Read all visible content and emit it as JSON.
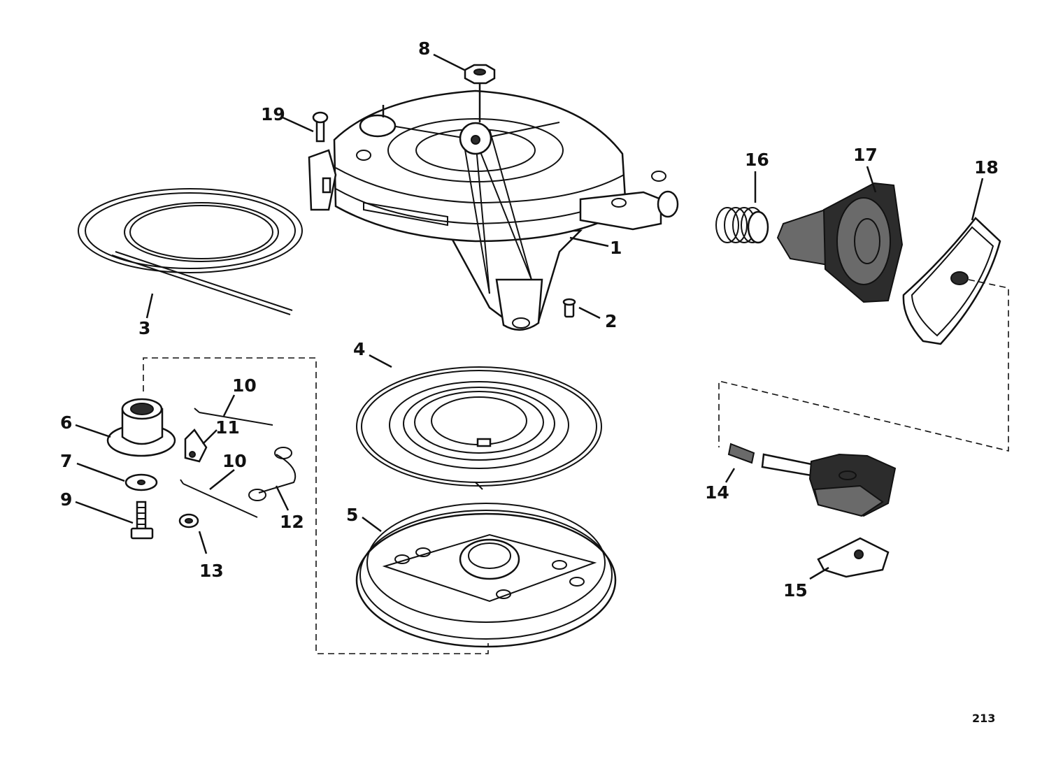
{
  "figure_number": "213",
  "parts": [
    {
      "label": "1"
    },
    {
      "label": "2"
    },
    {
      "label": "3"
    },
    {
      "label": "4"
    },
    {
      "label": "5"
    },
    {
      "label": "6"
    },
    {
      "label": "7"
    },
    {
      "label": "8"
    },
    {
      "label": "9"
    },
    {
      "label": "10"
    },
    {
      "label": "10"
    },
    {
      "label": "11"
    },
    {
      "label": "12"
    },
    {
      "label": "13"
    },
    {
      "label": "14"
    },
    {
      "label": "15"
    },
    {
      "label": "16"
    },
    {
      "label": "17"
    },
    {
      "label": "18"
    },
    {
      "label": "19"
    }
  ]
}
